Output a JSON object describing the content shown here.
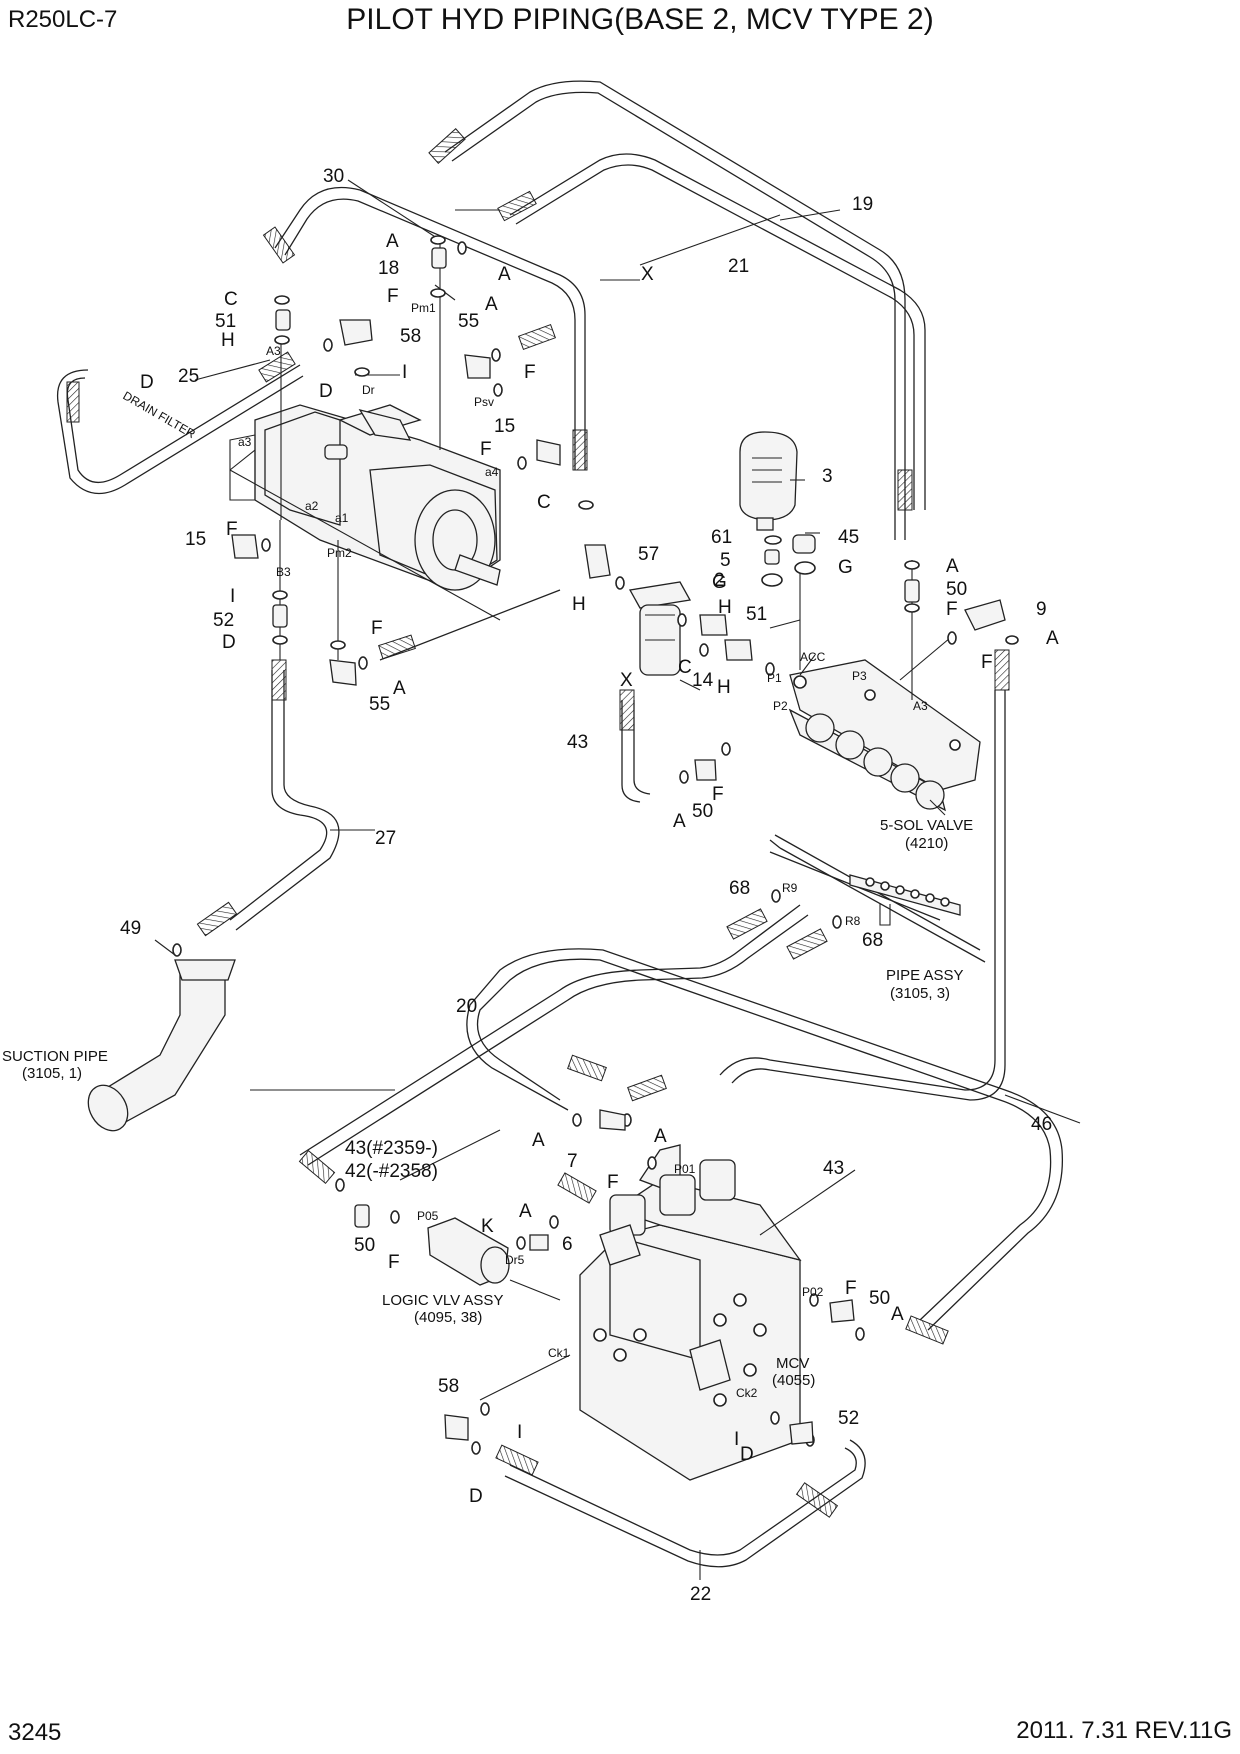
{
  "header": {
    "model": "R250LC-7",
    "title": "PILOT HYD PIPING(BASE 2, MCV TYPE 2)"
  },
  "footer": {
    "page": "3245",
    "revision": "2011. 7.31  REV.11G"
  },
  "assemblies": {
    "drain_filter": "DRAIN FILTER",
    "sol_valve": "5-SOL VALVE",
    "sol_valve_ref": "(4210)",
    "pipe_assy": "PIPE ASSY",
    "pipe_assy_ref": "(3105, 3)",
    "suction_pipe": "SUCTION PIPE",
    "suction_pipe_ref": "(3105, 1)",
    "logic_valve": "LOGIC VLV ASSY",
    "logic_valve_ref": "(4095, 38)",
    "mcv": "MCV",
    "mcv_ref": "(4055)"
  },
  "callouts": [
    "30",
    "A",
    "18",
    "A",
    "X",
    "21",
    "19",
    "F",
    "C",
    "51",
    "H",
    "58",
    "55",
    "A",
    "I",
    "25",
    "D",
    "D",
    "F",
    "15",
    "F",
    "C",
    "3",
    "61",
    "45",
    "5",
    "G",
    "15",
    "F",
    "57",
    "A",
    "50",
    "H",
    "2",
    "G",
    "51",
    "F",
    "9",
    "A",
    "I",
    "H",
    "52",
    "C",
    "D",
    "F",
    "14",
    "H",
    "F",
    "X",
    "A",
    "55",
    "43",
    "A",
    "50",
    "F",
    "27",
    "68",
    "68",
    "49",
    "20",
    "43(#2359-)",
    "42(-#2358)",
    "A",
    "7",
    "A",
    "46",
    "43",
    "F",
    "A",
    "K",
    "50",
    "F",
    "6",
    "F",
    "50",
    "A",
    "58",
    "I",
    "I",
    "D",
    "52",
    "D",
    "22"
  ],
  "ports": [
    "Pm1",
    "A3",
    "Dr",
    "Psv",
    "a3",
    "a4",
    "a2",
    "a1",
    "Pm2",
    "B3",
    "ACC",
    "P3",
    "P1",
    "P2",
    "A3",
    "R9",
    "R8",
    "P01",
    "P05",
    "Dr5",
    "P02",
    "Ck1",
    "Ck2"
  ]
}
